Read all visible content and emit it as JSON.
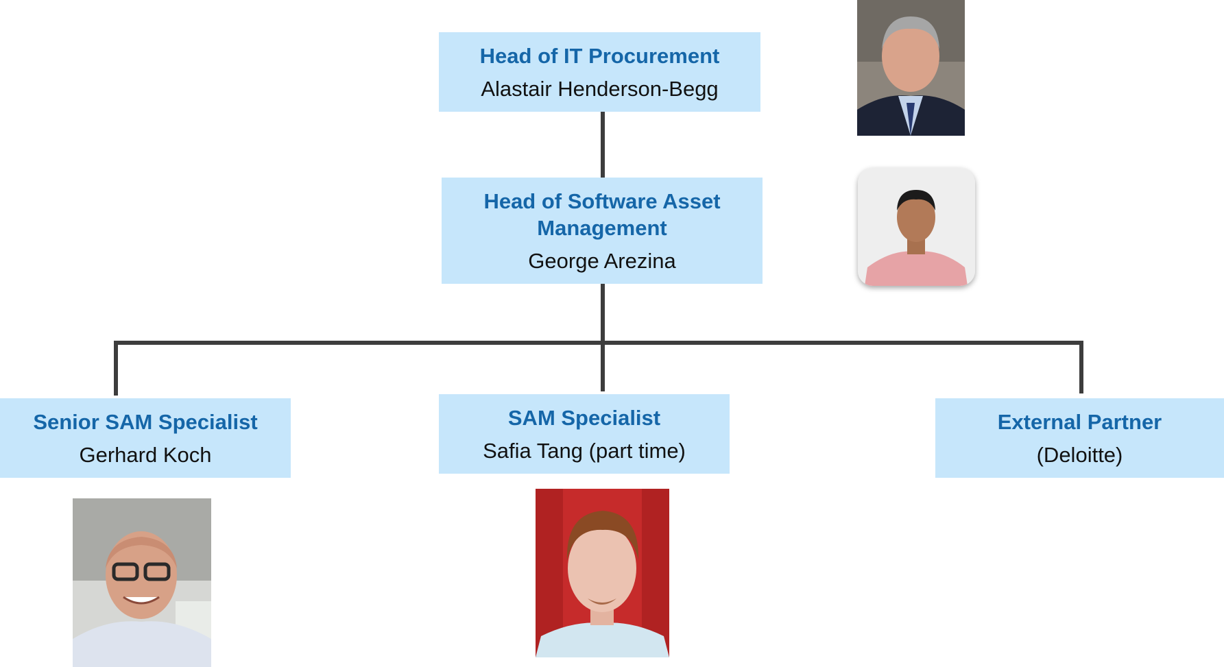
{
  "org_chart": {
    "nodes": [
      {
        "id": "head_it_procurement",
        "role": "Head of IT Procurement",
        "name": "Alastair Henderson-Begg",
        "photo": "portrait-photo"
      },
      {
        "id": "head_sam",
        "role": "Head of Software Asset Management",
        "name": "George Arezina",
        "photo": "portrait-photo"
      },
      {
        "id": "senior_sam_specialist",
        "role": "Senior SAM Specialist",
        "name": "Gerhard Koch",
        "photo": "portrait-photo"
      },
      {
        "id": "sam_specialist",
        "role": "SAM Specialist",
        "name": "Safia Tang (part time)",
        "photo": "portrait-photo"
      },
      {
        "id": "external_partner",
        "role": "External Partner",
        "name": "(Deloitte)"
      }
    ],
    "edges": [
      {
        "from": "head_it_procurement",
        "to": "head_sam"
      },
      {
        "from": "head_sam",
        "to": "senior_sam_specialist"
      },
      {
        "from": "head_sam",
        "to": "sam_specialist"
      },
      {
        "from": "head_sam",
        "to": "external_partner"
      }
    ]
  },
  "colors": {
    "box_fill": "#c6e6fb",
    "role_text": "#1566a8",
    "name_text": "#111111",
    "connector": "#3d3d3d"
  }
}
